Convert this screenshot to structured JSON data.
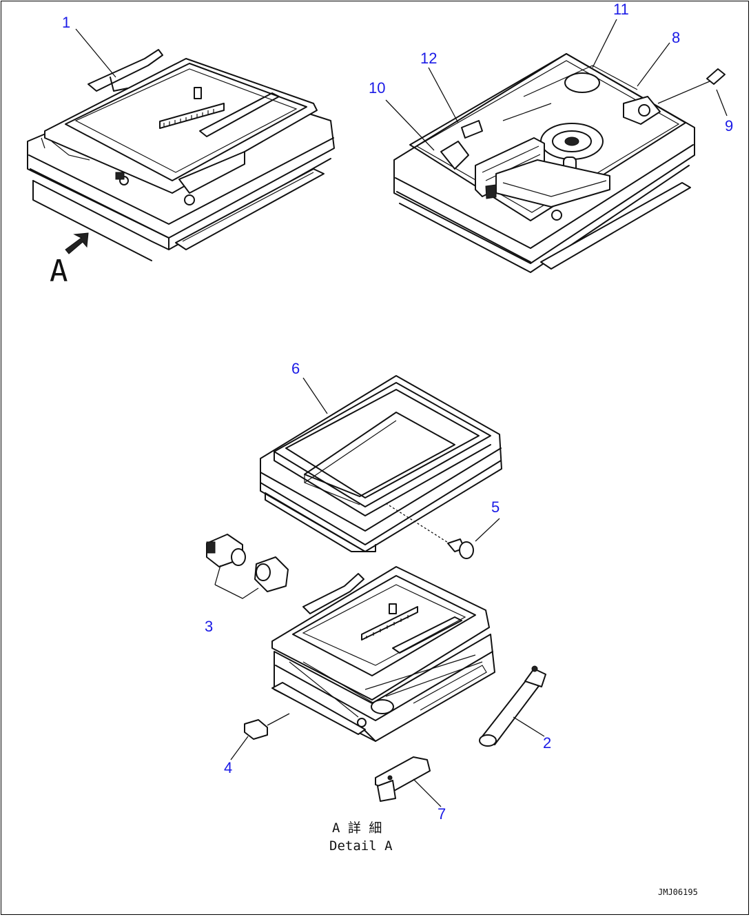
{
  "callouts": [
    "1",
    "2",
    "3",
    "4",
    "5",
    "6",
    "7",
    "8",
    "9",
    "10",
    "11",
    "12"
  ],
  "view_marker": "A",
  "detail_caption_jp": "A 詳 細",
  "detail_caption_en": "Detail A",
  "drawing_code": "JMJ06195",
  "colors": {
    "callout": "#1a1ae6",
    "line": "#111111"
  }
}
